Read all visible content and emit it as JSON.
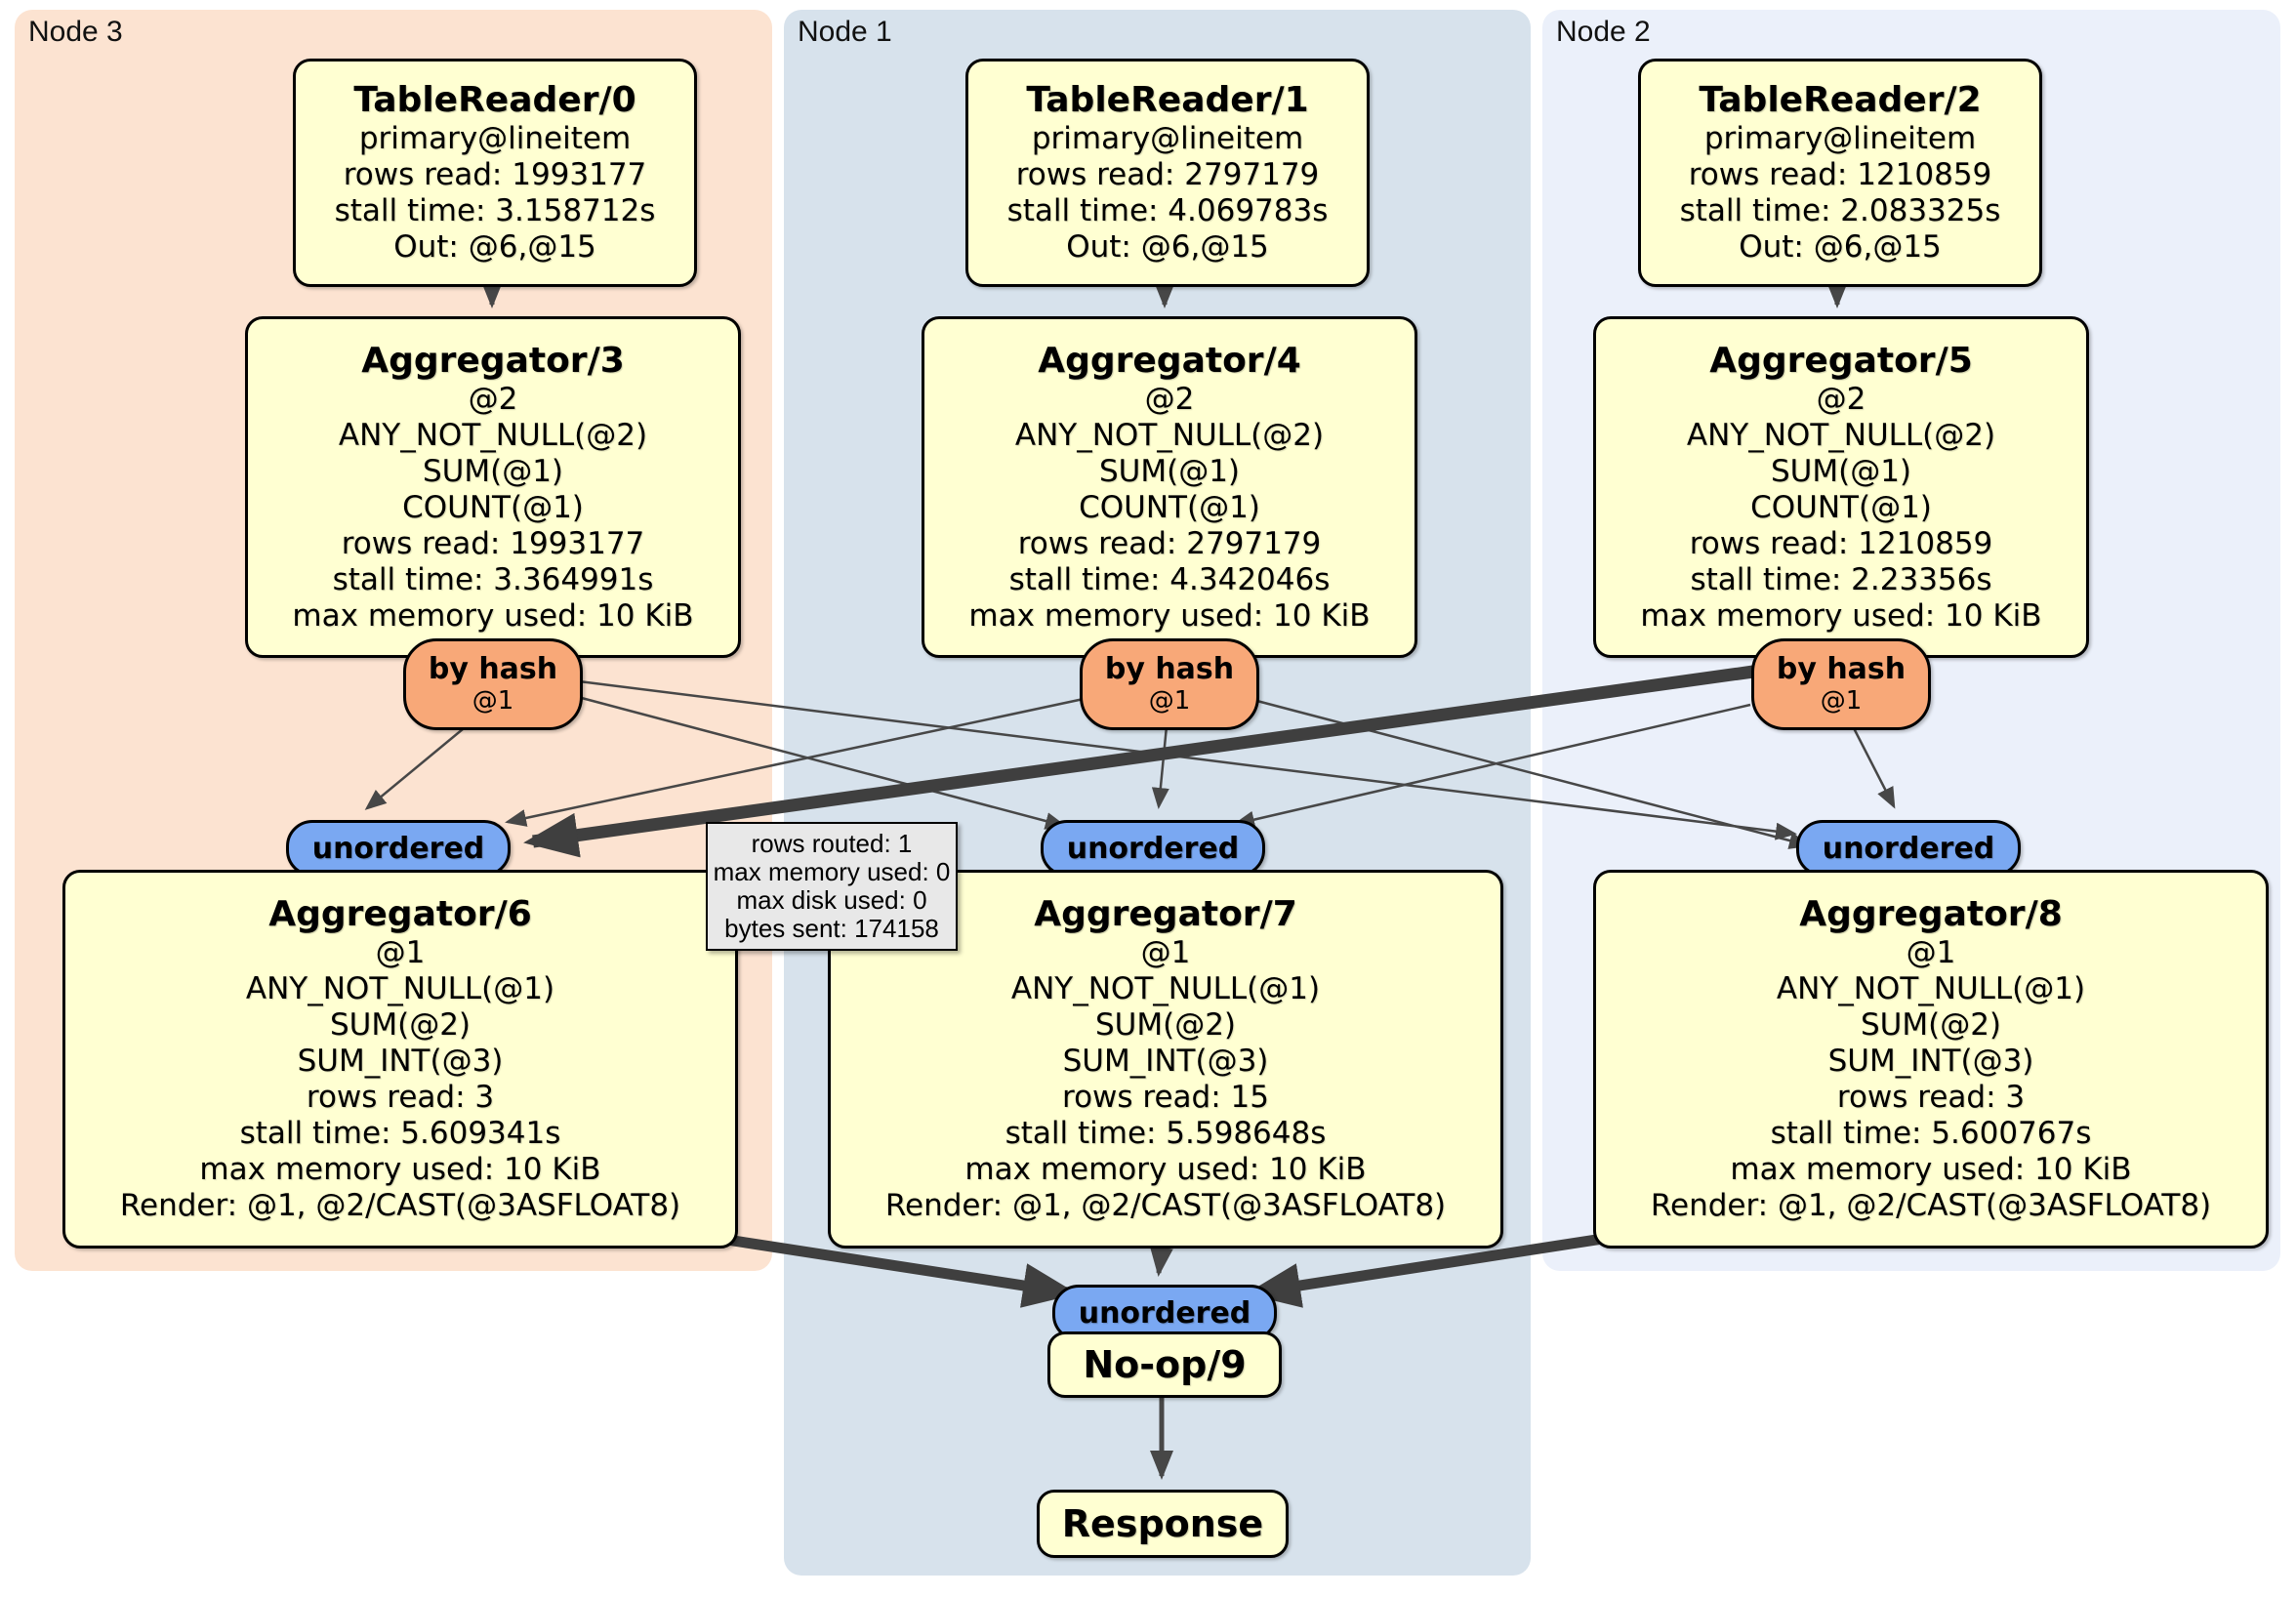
{
  "colors": {
    "node3_bg": "#FCE3D1",
    "node1_bg": "#D7E2EC",
    "node2_bg": "#EBF0FA",
    "processor_bg": "#FFFFD2",
    "router_bg": "#F8A878",
    "sync_bg": "#7AA8F2",
    "tooltip_bg": "#E8E8E8",
    "edge": "#474747"
  },
  "regions": {
    "node3": "Node 3",
    "node1": "Node 1",
    "node2": "Node 2"
  },
  "processors": {
    "tr0": {
      "title": "TableReader/0",
      "lines": [
        "primary@lineitem",
        "rows read: 1993177",
        "stall time: 3.158712s",
        "Out: @6,@15"
      ]
    },
    "tr1": {
      "title": "TableReader/1",
      "lines": [
        "primary@lineitem",
        "rows read: 2797179",
        "stall time: 4.069783s",
        "Out: @6,@15"
      ]
    },
    "tr2": {
      "title": "TableReader/2",
      "lines": [
        "primary@lineitem",
        "rows read: 1210859",
        "stall time: 2.083325s",
        "Out: @6,@15"
      ]
    },
    "agg3": {
      "title": "Aggregator/3",
      "lines": [
        "@2",
        "ANY_NOT_NULL(@2)",
        "SUM(@1)",
        "COUNT(@1)",
        "rows read: 1993177",
        "stall time: 3.364991s",
        "max memory used: 10 KiB"
      ]
    },
    "agg4": {
      "title": "Aggregator/4",
      "lines": [
        "@2",
        "ANY_NOT_NULL(@2)",
        "SUM(@1)",
        "COUNT(@1)",
        "rows read: 2797179",
        "stall time: 4.342046s",
        "max memory used: 10 KiB"
      ]
    },
    "agg5": {
      "title": "Aggregator/5",
      "lines": [
        "@2",
        "ANY_NOT_NULL(@2)",
        "SUM(@1)",
        "COUNT(@1)",
        "rows read: 1210859",
        "stall time: 2.23356s",
        "max memory used: 10 KiB"
      ]
    },
    "agg6": {
      "title": "Aggregator/6",
      "lines": [
        "@1",
        "ANY_NOT_NULL(@1)",
        "SUM(@2)",
        "SUM_INT(@3)",
        "rows read: 3",
        "stall time: 5.609341s",
        "max memory used: 10 KiB",
        "Render: @1, @2/CAST(@3ASFLOAT8)"
      ]
    },
    "agg7": {
      "title": "Aggregator/7",
      "lines": [
        "@1",
        "ANY_NOT_NULL(@1)",
        "SUM(@2)",
        "SUM_INT(@3)",
        "rows read: 15",
        "stall time: 5.598648s",
        "max memory used: 10 KiB",
        "Render: @1, @2/CAST(@3ASFLOAT8)"
      ]
    },
    "agg8": {
      "title": "Aggregator/8",
      "lines": [
        "@1",
        "ANY_NOT_NULL(@1)",
        "SUM(@2)",
        "SUM_INT(@3)",
        "rows read: 3",
        "stall time: 5.600767s",
        "max memory used: 10 KiB",
        "Render: @1, @2/CAST(@3ASFLOAT8)"
      ]
    },
    "noop": {
      "title": "No-op/9"
    },
    "response": {
      "title": "Response"
    }
  },
  "routers": {
    "label": "by hash",
    "sub": "@1"
  },
  "syncs": {
    "label": "unordered"
  },
  "tooltip": {
    "lines": [
      "rows routed: 1",
      "max memory used: 0",
      "max disk used: 0",
      "bytes sent: 174158"
    ]
  }
}
